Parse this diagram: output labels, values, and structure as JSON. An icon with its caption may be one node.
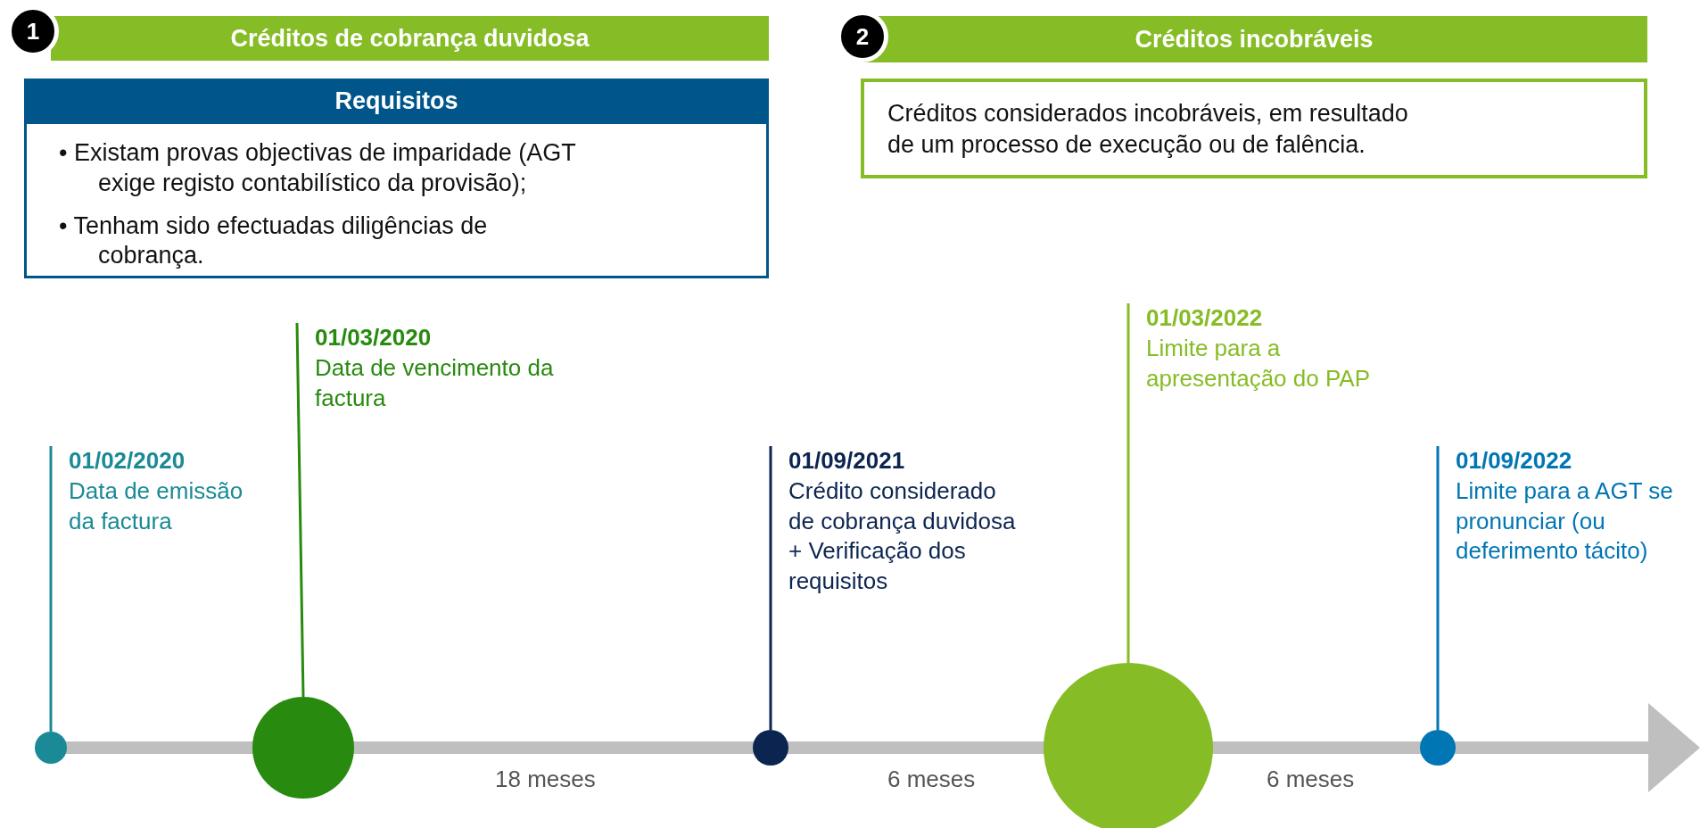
{
  "diagram": {
    "nodes": [
      {
        "text": [
          "1"
        ]
      },
      {
        "text": [
          "Créditos de cobrança duvidosa"
        ]
      },
      {
        "text": [
          "Requisitos",
          "• Existam provas objectivas de imparidade (AGT exige registo contabilístico da provisão);",
          "• Tenham sido efectuadas diligências de cobrança."
        ]
      },
      {
        "text": [
          "2"
        ]
      },
      {
        "text": [
          "Créditos incobráveis"
        ]
      },
      {
        "text": [
          "Créditos considerados incobráveis, em resultado de um processo de execução ou de falência."
        ]
      },
      {
        "text": [
          "01/02/2020",
          "Data de emissão da factura"
        ]
      },
      {
        "text": [],
        "shape": "circle"
      },
      {
        "text": [
          "01/03/2020",
          "Data de vencimento da factura"
        ]
      },
      {
        "text": [],
        "shape": "circle"
      },
      {
        "text": [
          "01/09/2021",
          "Crédito considerado de cobrança duvidosa + Verificação dos requisitos"
        ]
      },
      {
        "text": [],
        "shape": "circle"
      },
      {
        "text": [
          "01/03/2022",
          "Limite para a apresentação do PAP"
        ]
      },
      {
        "text": [],
        "shape": "circle"
      },
      {
        "text": [
          "01/09/2022",
          "Limite para a AGT se pronunciar (ou deferimento tácito)"
        ]
      },
      {
        "text": [],
        "shape": "circle"
      }
    ],
    "edges": [
      {
        "from": 6,
        "to": 7,
        "arrow": "none",
        "color": "#1a8a96"
      },
      {
        "from": 8,
        "to": 9,
        "arrow": "none",
        "color": "#288a0f"
      },
      {
        "from": 10,
        "to": 11,
        "arrow": "none",
        "color": "#0c2550"
      },
      {
        "from": 12,
        "to": 13,
        "arrow": "none",
        "color": "#86bc25"
      },
      {
        "from": 14,
        "to": 15,
        "arrow": "none",
        "color": "#0076b4"
      }
    ],
    "labels": [
      "18 meses",
      "6 meses",
      "6 meses"
    ]
  }
}
